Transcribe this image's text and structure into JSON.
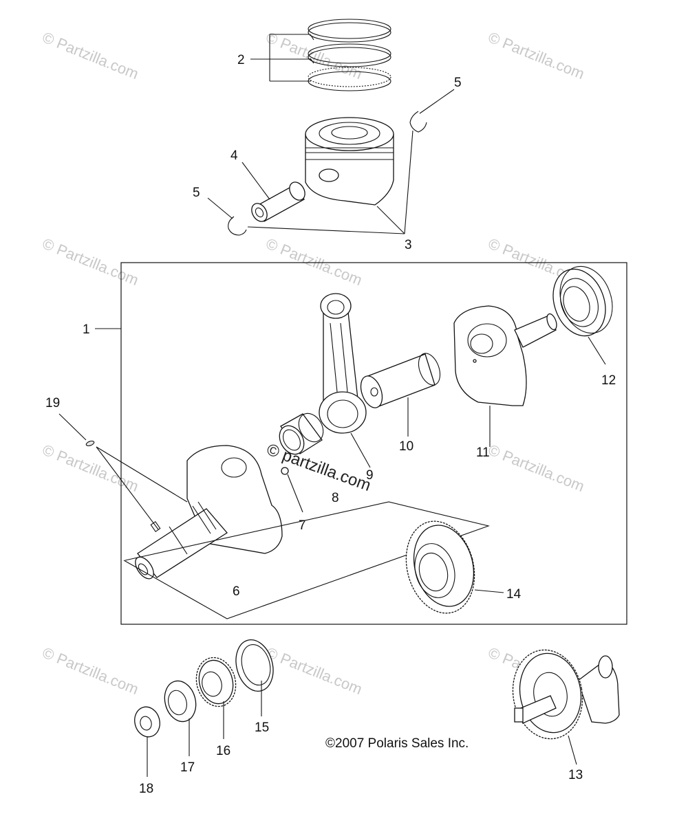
{
  "watermark_text": "© Partzilla.com",
  "center_watermark": "© partzilla.com",
  "copyright": "©2007 Polaris Sales Inc.",
  "callouts": {
    "c1": "1",
    "c2": "2",
    "c3": "3",
    "c4": "4",
    "c5a": "5",
    "c5b": "5",
    "c6": "6",
    "c7": "7",
    "c8": "8",
    "c9": "9",
    "c10": "10",
    "c11": "11",
    "c12": "12",
    "c13": "13",
    "c14": "14",
    "c15": "15",
    "c16": "16",
    "c17": "17",
    "c18": "18",
    "c19": "19"
  }
}
